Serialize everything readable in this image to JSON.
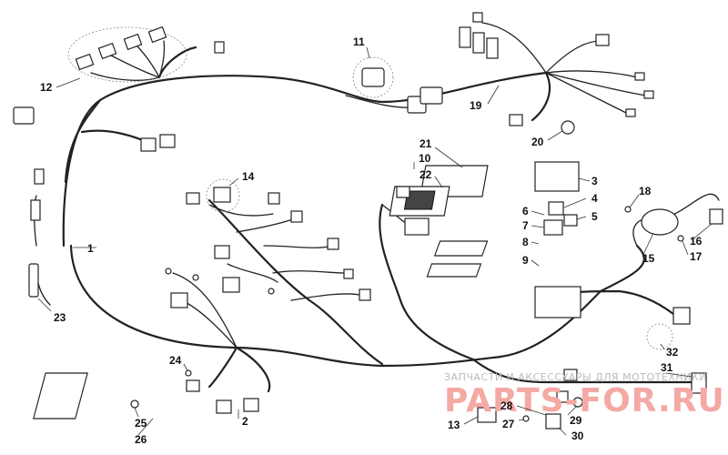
{
  "callouts": [
    {
      "id": "1",
      "text": "1"
    },
    {
      "id": "2",
      "text": "2"
    },
    {
      "id": "3",
      "text": "3"
    },
    {
      "id": "4",
      "text": "4"
    },
    {
      "id": "5",
      "text": "5"
    },
    {
      "id": "6",
      "text": "6"
    },
    {
      "id": "7",
      "text": "7"
    },
    {
      "id": "8",
      "text": "8"
    },
    {
      "id": "9",
      "text": "9"
    },
    {
      "id": "10",
      "text": "10"
    },
    {
      "id": "11",
      "text": "11"
    },
    {
      "id": "12",
      "text": "12"
    },
    {
      "id": "13",
      "text": "13"
    },
    {
      "id": "14",
      "text": "14"
    },
    {
      "id": "15",
      "text": "15"
    },
    {
      "id": "16",
      "text": "16"
    },
    {
      "id": "17",
      "text": "17"
    },
    {
      "id": "18",
      "text": "18"
    },
    {
      "id": "19",
      "text": "19"
    },
    {
      "id": "20",
      "text": "20"
    },
    {
      "id": "21",
      "text": "21"
    },
    {
      "id": "22",
      "text": "22"
    },
    {
      "id": "23",
      "text": "23"
    },
    {
      "id": "24",
      "text": "24"
    },
    {
      "id": "25",
      "text": "25"
    },
    {
      "id": "26",
      "text": "26"
    },
    {
      "id": "27",
      "text": "27"
    },
    {
      "id": "28",
      "text": "28"
    },
    {
      "id": "29",
      "text": "29"
    },
    {
      "id": "30",
      "text": "30"
    },
    {
      "id": "31",
      "text": "31"
    },
    {
      "id": "32",
      "text": "32"
    }
  ],
  "watermark": {
    "line1": "ЗАПЧАСТИ И АКСЕССУАРЫ ДЛЯ МОТОТЕХНИКИ",
    "line2": "PARTS-FOR.RU",
    "color_main": "#e8453c",
    "color_light": "#f4a9a4"
  }
}
